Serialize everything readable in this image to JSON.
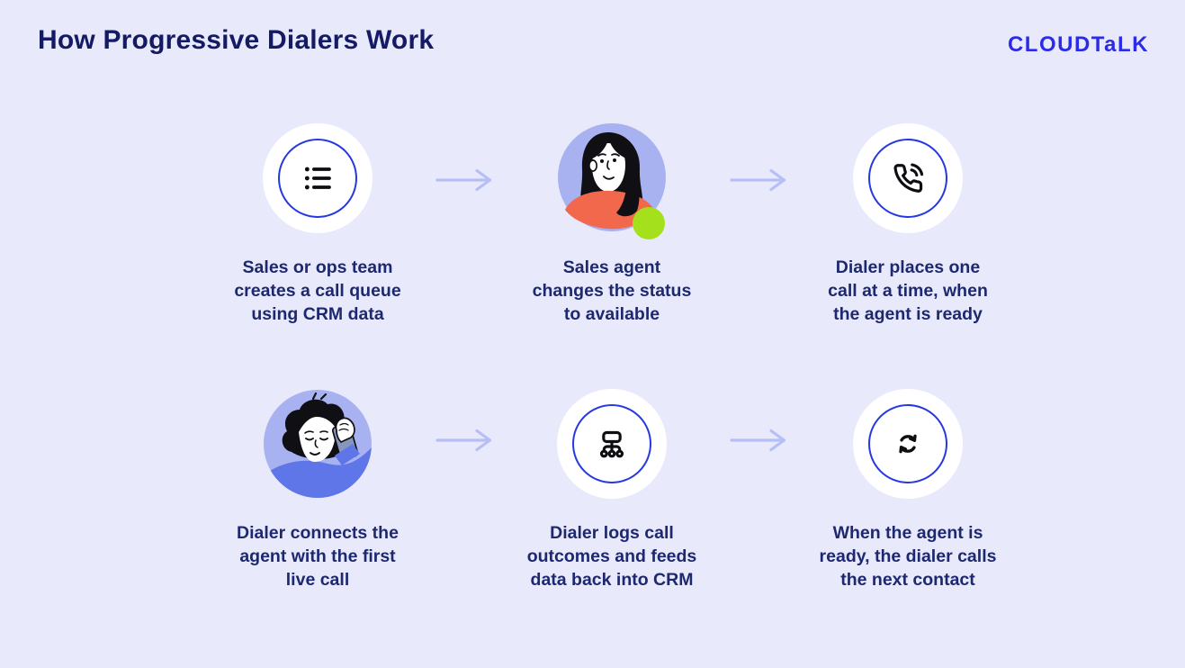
{
  "page": {
    "title": "How Progressive Dialers Work",
    "brand": "CLOUDTaLK"
  },
  "colors": {
    "bg": "#E8EAFB",
    "title_ink": "#141A63",
    "body_ink": "#1E2870",
    "brand_blue": "#2B2BE8",
    "ring_blue": "#2638E0",
    "icon_ink": "#0D0D12",
    "arrow": "#B6BFF5",
    "circle_white": "#FFFFFF",
    "periwinkle": "#A9B2F0",
    "coral": "#F2684C",
    "lime": "#A4E11C",
    "shirt_blue": "#5E76E8",
    "phone_gray": "#8796BD",
    "hair_black": "#101014",
    "face_white": "#FFFFFF"
  },
  "steps": [
    {
      "icon": "list-icon",
      "lines": [
        "Sales or ops team",
        "creates a call queue",
        "using CRM data"
      ]
    },
    {
      "icon": "agent-available-avatar",
      "lines": [
        "Sales agent",
        "changes the status",
        "to available"
      ]
    },
    {
      "icon": "outgoing-call-icon",
      "lines": [
        "Dialer places one",
        "call at a time, when",
        "the agent is ready"
      ]
    },
    {
      "icon": "agent-on-call-avatar",
      "lines": [
        "Dialer connects the",
        "agent with the first",
        "live call"
      ]
    },
    {
      "icon": "call-outcomes-icon",
      "lines": [
        "Dialer logs call",
        "outcomes and feeds",
        "data back into CRM"
      ]
    },
    {
      "icon": "next-contact-cycle-icon",
      "lines": [
        "When the agent is",
        "ready, the dialer calls",
        "the next contact"
      ]
    }
  ]
}
